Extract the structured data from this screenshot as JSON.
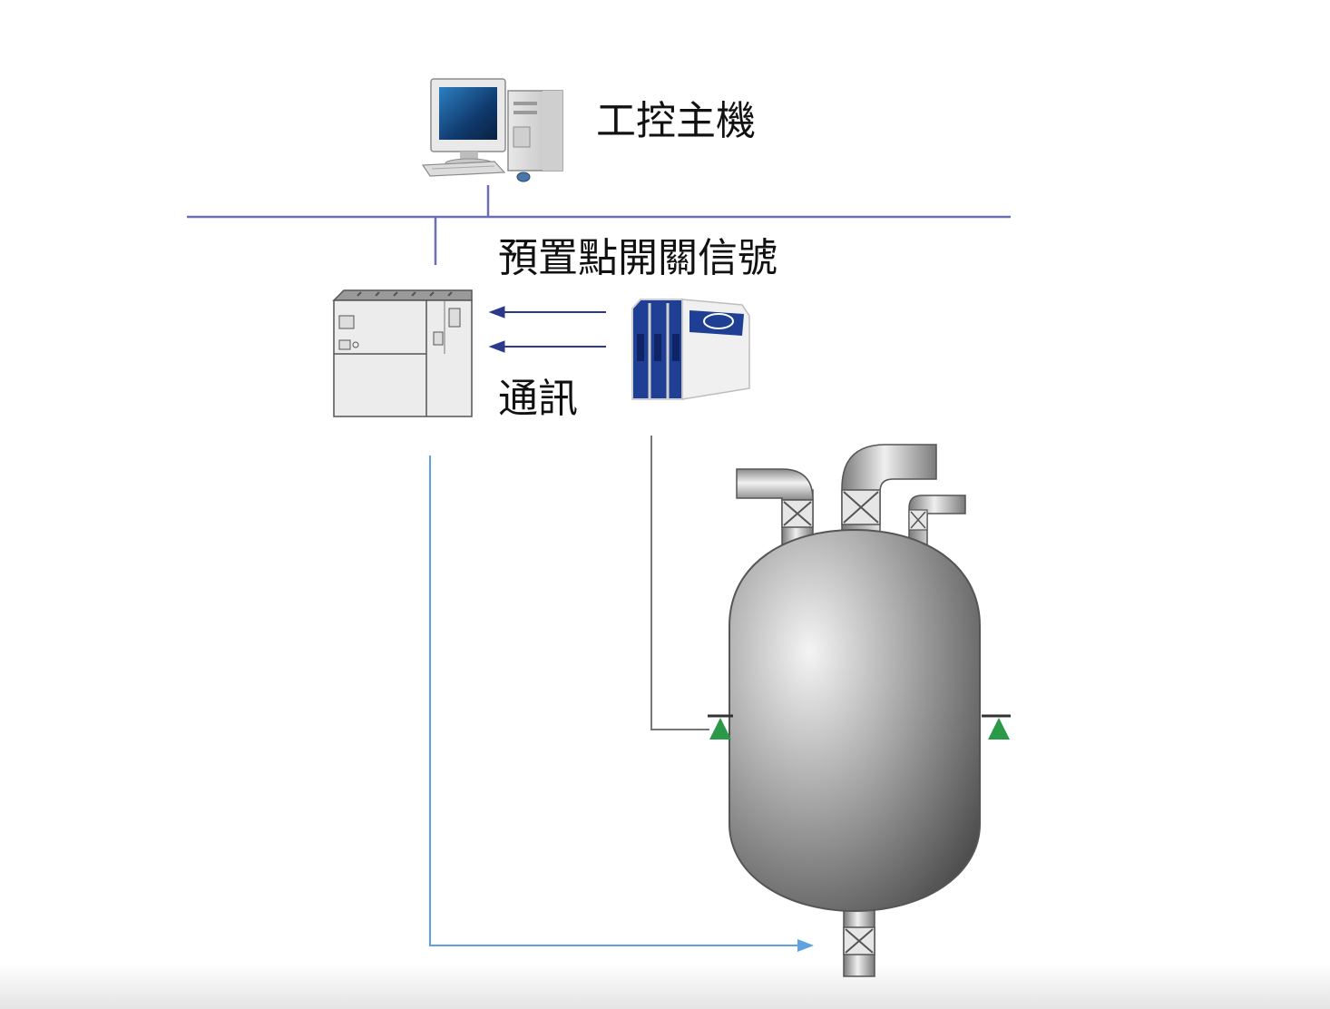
{
  "labels": {
    "host": "工控主機",
    "setpoint_signal": "預置點開關信號",
    "communication": "通訊"
  },
  "colors": {
    "bus_line": "#6b6fb2",
    "signal_arrow": "#2d3a8c",
    "control_line": "#5ea2e0",
    "sensor_line": "#777777",
    "level_switch": "#2a9a48",
    "module_blue": "#1f3f94"
  },
  "icons": {
    "host": "computer-icon",
    "controller": "plc-controller-icon",
    "module": "signal-isolator-module-icon",
    "vessel": "pressure-tank-icon"
  }
}
